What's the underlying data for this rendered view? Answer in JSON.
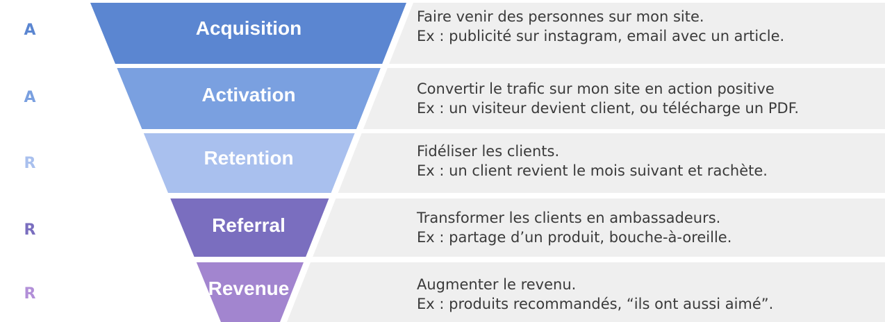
{
  "stages": [
    {
      "letter": "A",
      "title": "Acquisition",
      "line1": "Faire venir des personnes sur mon site.",
      "line2": "Ex : publicité sur instagram, email avec un article.",
      "color": "#5b86d1",
      "letter_color": "#5b86d1"
    },
    {
      "letter": "A",
      "title": "Activation",
      "line1": "Convertir le trafic sur mon site en action positive",
      "line2": "Ex : un visiteur devient client, ou télécharge un PDF.",
      "color": "#7aa0e0",
      "letter_color": "#7aa0e0"
    },
    {
      "letter": "R",
      "title": "Retention",
      "line1": "Fidéliser les clients.",
      "line2": "Ex : un client revient le mois suivant et rachète.",
      "color": "#a9c0ee",
      "letter_color": "#a9c0ee"
    },
    {
      "letter": "R",
      "title": "Referral",
      "line1": "Transformer les clients en ambassadeurs.",
      "line2": "Ex : partage d’un produit, bouche-à-oreille.",
      "color": "#7a6ebf",
      "letter_color": "#7a6ebf"
    },
    {
      "letter": "R",
      "title": "Revenue",
      "line1": "Augmenter le revenu.",
      "line2": "Ex : produits recommandés, “ils ont aussi aimé”.",
      "color": "#a285cf",
      "letter_color": "#b28fd8"
    }
  ],
  "description_bg": "#efefef"
}
